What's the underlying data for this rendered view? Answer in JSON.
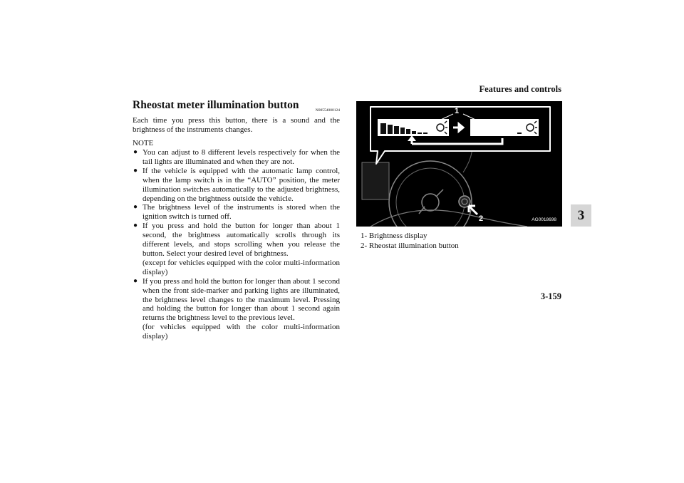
{
  "header": {
    "section": "Features and controls",
    "chapter": "3",
    "page": "3-159"
  },
  "article": {
    "title": "Rheostat meter illumination button",
    "code": "N00554000124",
    "intro": "Each time you press this button, there is a sound and the brightness of the instruments changes.",
    "note_label": "NOTE",
    "notes": [
      {
        "text": "You can adjust to 8 different levels respectively for when the tail lights are illuminated and when they are not."
      },
      {
        "text": "If the vehicle is equipped with the automatic lamp control, when the lamp switch is in the “AUTO” position, the meter illumination switches automatically to the adjusted brightness, depending on the brightness outside the vehicle."
      },
      {
        "text": "The brightness level of the instruments is stored when the ignition switch is turned off."
      },
      {
        "text": "If you press and hold the button for longer than about 1 second, the brightness automatically scrolls through its different levels, and stops scrolling when you release the button. Select your desired level of brightness.",
        "sub": "(except for vehicles equipped with the color multi-information display)"
      },
      {
        "text": "If you press and hold the button for longer than about 1 second when the front side-marker and parking lights are illuminated, the brightness level changes to the maximum level. Pressing and holding the button for longer than about 1 second again returns the brightness level to the previous level.",
        "sub": "(for vehicles equipped with the color multi-information display)"
      }
    ]
  },
  "figure": {
    "code": "AG0018698",
    "callout_1": "1",
    "callout_2": "2",
    "legend": [
      {
        "label": "1- Brightness display"
      },
      {
        "label": "2- Rheostat illumination button"
      }
    ]
  }
}
